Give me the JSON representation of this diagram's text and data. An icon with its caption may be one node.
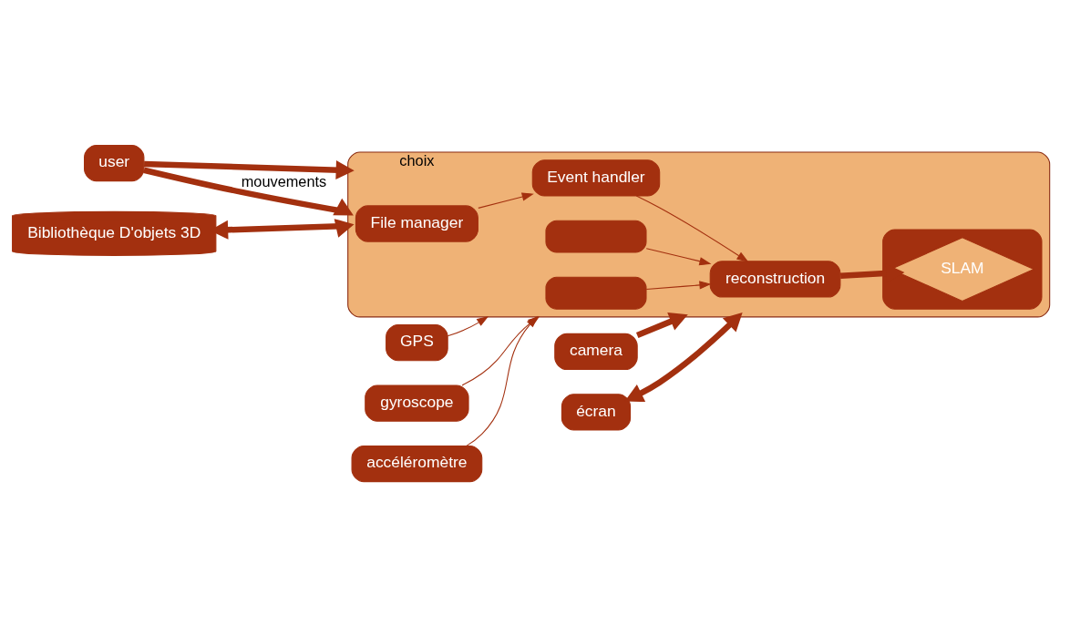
{
  "diagram": {
    "nodes": [
      {
        "text": [],
        "shape": "box"
      },
      {
        "text": [],
        "shape": "box",
        "in": 0
      },
      {
        "text": [
          "SLAM"
        ],
        "in": 1
      },
      {
        "text": [
          "reconstruction"
        ],
        "in": 0
      },
      {
        "text": [
          "Event handler"
        ],
        "in": 0
      },
      {
        "text": [
          "File manager"
        ],
        "in": 0
      },
      {
        "text": [],
        "shape": "box",
        "in": 0
      },
      {
        "text": [],
        "shape": "box",
        "in": 0
      },
      {
        "text": [
          "camera"
        ]
      },
      {
        "text": [
          "écran"
        ]
      },
      {
        "text": [
          "user"
        ]
      },
      {
        "text": [
          "GPS"
        ]
      },
      {
        "text": [
          "gyroscope"
        ]
      },
      {
        "text": [
          "accéléromètre"
        ]
      },
      {
        "text": [
          "Bibliothèque D'objets 3D"
        ]
      }
    ],
    "edges": [
      {
        "from": 10,
        "to": 0,
        "arrow": "to",
        "label": "mouvements",
        "style": "thick"
      },
      {
        "from": 10,
        "to": 0,
        "arrow": "to",
        "label": "choix",
        "style": "thick"
      },
      {
        "from": 3,
        "to": 2,
        "arrow": "to",
        "style": "thick"
      },
      {
        "from": 8,
        "to": 0,
        "arrow": "to",
        "style": "thick"
      },
      {
        "from": 9,
        "to": 0,
        "arrow": "both",
        "style": "thick"
      },
      {
        "from": 4,
        "to": 3,
        "arrow": "to"
      },
      {
        "from": 5,
        "to": 4,
        "arrow": "to"
      },
      {
        "from": 6,
        "to": 3,
        "arrow": "to"
      },
      {
        "from": 7,
        "to": 3,
        "arrow": "to"
      },
      {
        "from": 11,
        "to": 0,
        "arrow": "to"
      },
      {
        "from": 12,
        "to": 0,
        "arrow": "to"
      },
      {
        "from": 13,
        "to": 0,
        "arrow": "to"
      },
      {
        "from": 14,
        "to": 0,
        "arrow": "both",
        "style": "thick"
      }
    ]
  }
}
